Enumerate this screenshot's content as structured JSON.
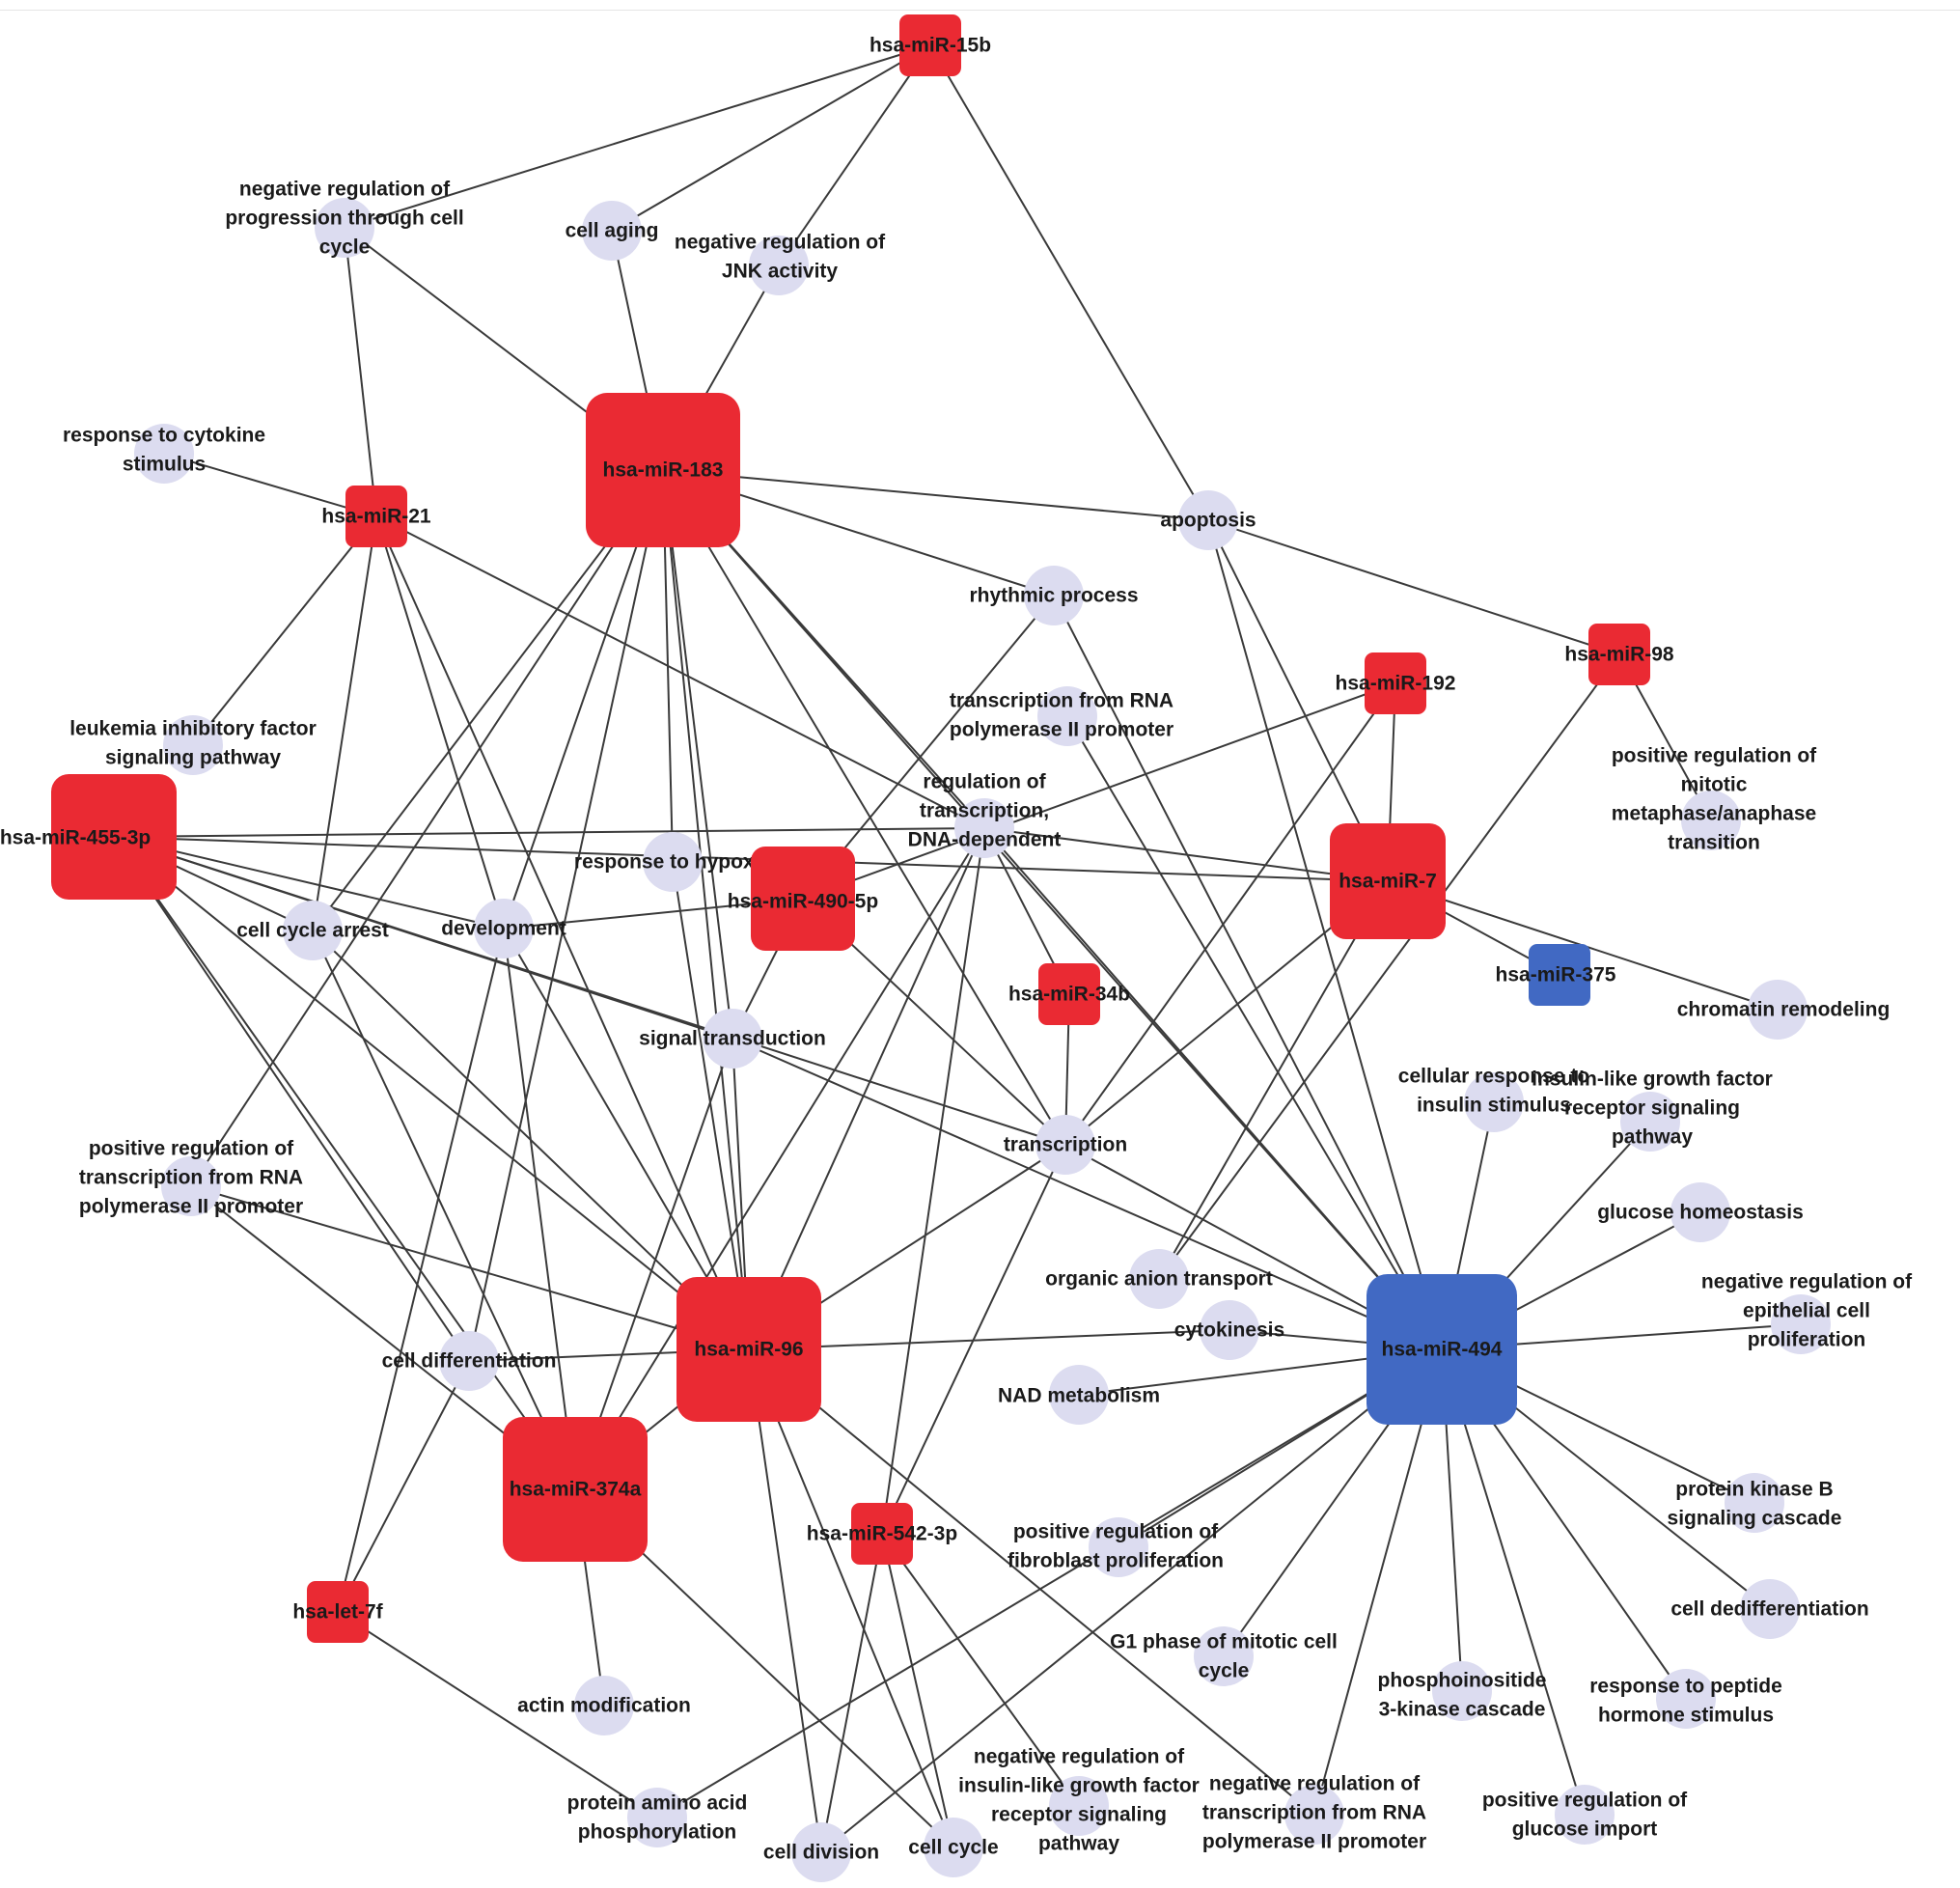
{
  "colors": {
    "upregulated_mirna": "#ea2a33",
    "downregulated_mirna": "#4169c3",
    "go_term": "#dcdcf0",
    "edge": "#3a3a3a",
    "label": "#1a1a1a"
  },
  "mirnas": [
    {
      "id": "m15b",
      "label": "hsa-miR-15b",
      "color": "red"
    },
    {
      "id": "m183",
      "label": "hsa-miR-183",
      "color": "red"
    },
    {
      "id": "m21",
      "label": "hsa-miR-21",
      "color": "red"
    },
    {
      "id": "m455",
      "label": "hsa-miR-455-3p",
      "color": "red"
    },
    {
      "id": "m490",
      "label": "hsa-miR-490-5p",
      "color": "red"
    },
    {
      "id": "m192",
      "label": "hsa-miR-192",
      "color": "red"
    },
    {
      "id": "m98",
      "label": "hsa-miR-98",
      "color": "red"
    },
    {
      "id": "m7",
      "label": "hsa-miR-7",
      "color": "red"
    },
    {
      "id": "m375",
      "label": "hsa-miR-375",
      "color": "blue"
    },
    {
      "id": "m34b",
      "label": "hsa-miR-34b",
      "color": "red"
    },
    {
      "id": "m96",
      "label": "hsa-miR-96",
      "color": "red"
    },
    {
      "id": "m374a",
      "label": "hsa-miR-374a",
      "color": "red"
    },
    {
      "id": "m542",
      "label": "hsa-miR-542-3p",
      "color": "red"
    },
    {
      "id": "let7f",
      "label": "hsa-let-7f",
      "color": "red"
    },
    {
      "id": "m494",
      "label": "hsa-miR-494",
      "color": "blue"
    }
  ],
  "terms": [
    {
      "id": "negprog",
      "lines": [
        "negative regulation of",
        "progression through cell",
        "cycle"
      ]
    },
    {
      "id": "aging",
      "lines": [
        "cell aging"
      ]
    },
    {
      "id": "jnk",
      "lines": [
        "negative regulation of",
        "JNK activity"
      ]
    },
    {
      "id": "cytokine",
      "lines": [
        "response to cytokine",
        "stimulus"
      ]
    },
    {
      "id": "apoptosis",
      "lines": [
        "apoptosis"
      ]
    },
    {
      "id": "rhythmic",
      "lines": [
        "rhythmic process"
      ]
    },
    {
      "id": "txpol2",
      "lines": [
        "transcription from RNA",
        "polymerase II promoter"
      ]
    },
    {
      "id": "lif",
      "lines": [
        "leukemia inhibitory factor",
        "signaling pathway"
      ]
    },
    {
      "id": "regtx",
      "lines": [
        "regulation of",
        "transcription,",
        "DNA-dependent"
      ]
    },
    {
      "id": "posmit",
      "lines": [
        "positive regulation of",
        "mitotic",
        "metaphase/anaphase",
        "transition"
      ]
    },
    {
      "id": "hypoxia",
      "lines": [
        "response to hypoxia"
      ]
    },
    {
      "id": "arrest",
      "lines": [
        "cell cycle arrest"
      ]
    },
    {
      "id": "development",
      "lines": [
        "development"
      ]
    },
    {
      "id": "chromatin",
      "lines": [
        "chromatin remodeling"
      ]
    },
    {
      "id": "signal",
      "lines": [
        "signal transduction"
      ]
    },
    {
      "id": "insulinstim",
      "lines": [
        "cellular response to",
        "insulin stimulus"
      ]
    },
    {
      "id": "igfr",
      "lines": [
        "insulin-like growth factor",
        "receptor signaling",
        "pathway"
      ]
    },
    {
      "id": "transcription",
      "lines": [
        "transcription"
      ]
    },
    {
      "id": "postx",
      "lines": [
        "positive regulation of",
        "transcription from RNA",
        "polymerase II promoter"
      ]
    },
    {
      "id": "glucose",
      "lines": [
        "glucose homeostasis"
      ]
    },
    {
      "id": "anion",
      "lines": [
        "organic anion transport"
      ]
    },
    {
      "id": "negepi",
      "lines": [
        "negative regulation of",
        "epithelial cell",
        "proliferation"
      ]
    },
    {
      "id": "cytokinesis",
      "lines": [
        "cytokinesis"
      ]
    },
    {
      "id": "differentiation",
      "lines": [
        "cell differentiation"
      ]
    },
    {
      "id": "nad",
      "lines": [
        "NAD metabolism"
      ]
    },
    {
      "id": "pkb",
      "lines": [
        "protein kinase B",
        "signaling cascade"
      ]
    },
    {
      "id": "fibro",
      "lines": [
        "positive regulation of",
        "fibroblast proliferation"
      ]
    },
    {
      "id": "dediff",
      "lines": [
        "cell dedifferentiation"
      ]
    },
    {
      "id": "g1",
      "lines": [
        "G1 phase of mitotic cell",
        "cycle"
      ]
    },
    {
      "id": "pi3k",
      "lines": [
        "phosphoinositide",
        "3-kinase cascade"
      ]
    },
    {
      "id": "peptide",
      "lines": [
        "response to peptide",
        "hormone stimulus"
      ]
    },
    {
      "id": "actin",
      "lines": [
        "actin modification"
      ]
    },
    {
      "id": "negigf",
      "lines": [
        "negative regulation of",
        "insulin-like growth factor",
        "receptor signaling",
        "pathway"
      ]
    },
    {
      "id": "negtx",
      "lines": [
        "negative regulation of",
        "transcription from RNA",
        "polymerase II promoter"
      ]
    },
    {
      "id": "posglu",
      "lines": [
        "positive regulation of",
        "glucose import"
      ]
    },
    {
      "id": "protamino",
      "lines": [
        "protein amino acid",
        "phosphorylation"
      ]
    },
    {
      "id": "division",
      "lines": [
        "cell division"
      ]
    },
    {
      "id": "cellcycle",
      "lines": [
        "cell cycle"
      ]
    }
  ],
  "edges": [
    [
      "m15b",
      "negprog"
    ],
    [
      "m15b",
      "aging"
    ],
    [
      "m15b",
      "jnk"
    ],
    [
      "m15b",
      "apoptosis"
    ],
    [
      "m183",
      "aging"
    ],
    [
      "m183",
      "jnk"
    ],
    [
      "m183",
      "negprog"
    ],
    [
      "m183",
      "apoptosis"
    ],
    [
      "m183",
      "rhythmic"
    ],
    [
      "m183",
      "regtx"
    ],
    [
      "m183",
      "transcription"
    ],
    [
      "m183",
      "hypoxia"
    ],
    [
      "m183",
      "signal"
    ],
    [
      "m183",
      "arrest"
    ],
    [
      "m183",
      "development"
    ],
    [
      "m183",
      "differentiation"
    ],
    [
      "m183",
      "postx"
    ],
    [
      "m183",
      "m96"
    ],
    [
      "m183",
      "m494"
    ],
    [
      "m21",
      "negprog"
    ],
    [
      "m21",
      "cytokine"
    ],
    [
      "m21",
      "lif"
    ],
    [
      "m21",
      "arrest"
    ],
    [
      "m21",
      "development"
    ],
    [
      "m21",
      "m96"
    ],
    [
      "m21",
      "regtx"
    ],
    [
      "m455",
      "regtx"
    ],
    [
      "m455",
      "arrest"
    ],
    [
      "m455",
      "development"
    ],
    [
      "m455",
      "signal"
    ],
    [
      "m455",
      "transcription"
    ],
    [
      "m455",
      "m7"
    ],
    [
      "m455",
      "m96"
    ],
    [
      "m455",
      "m374a"
    ],
    [
      "m455",
      "differentiation"
    ],
    [
      "m490",
      "development"
    ],
    [
      "m490",
      "rhythmic"
    ],
    [
      "m490",
      "signal"
    ],
    [
      "m490",
      "transcription"
    ],
    [
      "m490",
      "m192"
    ],
    [
      "m192",
      "transcription"
    ],
    [
      "m192",
      "m7"
    ],
    [
      "m98",
      "apoptosis"
    ],
    [
      "m98",
      "posmit"
    ],
    [
      "m98",
      "anion"
    ],
    [
      "m7",
      "regtx"
    ],
    [
      "m7",
      "apoptosis"
    ],
    [
      "m7",
      "chromatin"
    ],
    [
      "m7",
      "m375"
    ],
    [
      "m7",
      "anion"
    ],
    [
      "m7",
      "transcription"
    ],
    [
      "m34b",
      "regtx"
    ],
    [
      "m34b",
      "transcription"
    ],
    [
      "m96",
      "signal"
    ],
    [
      "m96",
      "development"
    ],
    [
      "m96",
      "arrest"
    ],
    [
      "m96",
      "regtx"
    ],
    [
      "m96",
      "transcription"
    ],
    [
      "m96",
      "postx"
    ],
    [
      "m96",
      "differentiation"
    ],
    [
      "m96",
      "cytokinesis"
    ],
    [
      "m96",
      "hypoxia"
    ],
    [
      "m96",
      "division"
    ],
    [
      "m96",
      "cellcycle"
    ],
    [
      "m96",
      "negtx"
    ],
    [
      "m96",
      "m374a"
    ],
    [
      "m374a",
      "development"
    ],
    [
      "m374a",
      "arrest"
    ],
    [
      "m374a",
      "actin"
    ],
    [
      "m374a",
      "signal"
    ],
    [
      "m374a",
      "regtx"
    ],
    [
      "m374a",
      "cellcycle"
    ],
    [
      "m374a",
      "postx"
    ],
    [
      "m542",
      "transcription"
    ],
    [
      "m542",
      "regtx"
    ],
    [
      "m542",
      "negigf"
    ],
    [
      "m542",
      "division"
    ],
    [
      "m542",
      "cellcycle"
    ],
    [
      "let7f",
      "development"
    ],
    [
      "let7f",
      "protamino"
    ],
    [
      "let7f",
      "differentiation"
    ],
    [
      "m494",
      "apoptosis"
    ],
    [
      "m494",
      "regtx"
    ],
    [
      "m494",
      "rhythmic"
    ],
    [
      "m494",
      "txpol2"
    ],
    [
      "m494",
      "signal"
    ],
    [
      "m494",
      "insulinstim"
    ],
    [
      "m494",
      "igfr"
    ],
    [
      "m494",
      "glucose"
    ],
    [
      "m494",
      "negepi"
    ],
    [
      "m494",
      "pkb"
    ],
    [
      "m494",
      "dediff"
    ],
    [
      "m494",
      "peptide"
    ],
    [
      "m494",
      "posglu"
    ],
    [
      "m494",
      "pi3k"
    ],
    [
      "m494",
      "negtx"
    ],
    [
      "m494",
      "g1"
    ],
    [
      "m494",
      "fibro"
    ],
    [
      "m494",
      "nad"
    ],
    [
      "m494",
      "cytokinesis"
    ],
    [
      "m494",
      "protamino"
    ],
    [
      "m494",
      "division"
    ],
    [
      "m494",
      "transcription"
    ]
  ]
}
